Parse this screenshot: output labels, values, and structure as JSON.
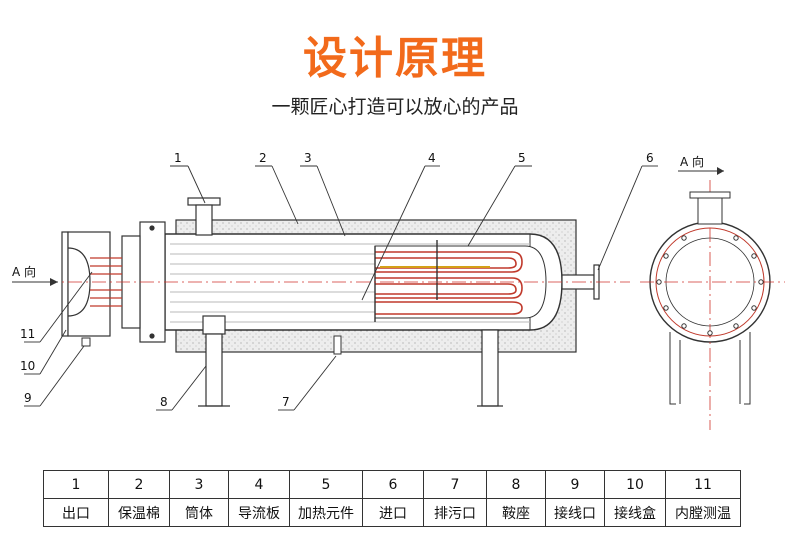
{
  "title": "设计原理",
  "subtitle": "一颗匠心打造可以放心的产品",
  "view_label_left": "A 向",
  "view_label_right": "A 向",
  "colors": {
    "accent": "#f26a1b",
    "heater": "#c0392b",
    "centerline": "#d0342c",
    "insulation": "#e8e8e8"
  },
  "legend": {
    "numbers": [
      "1",
      "2",
      "3",
      "4",
      "5",
      "6",
      "7",
      "8",
      "9",
      "10",
      "11"
    ],
    "names": [
      "出口",
      "保温棉",
      "筒体",
      "导流板",
      "加热元件",
      "进口",
      "排污口",
      "鞍座",
      "接线口",
      "接线盒",
      "内膛测温"
    ]
  }
}
